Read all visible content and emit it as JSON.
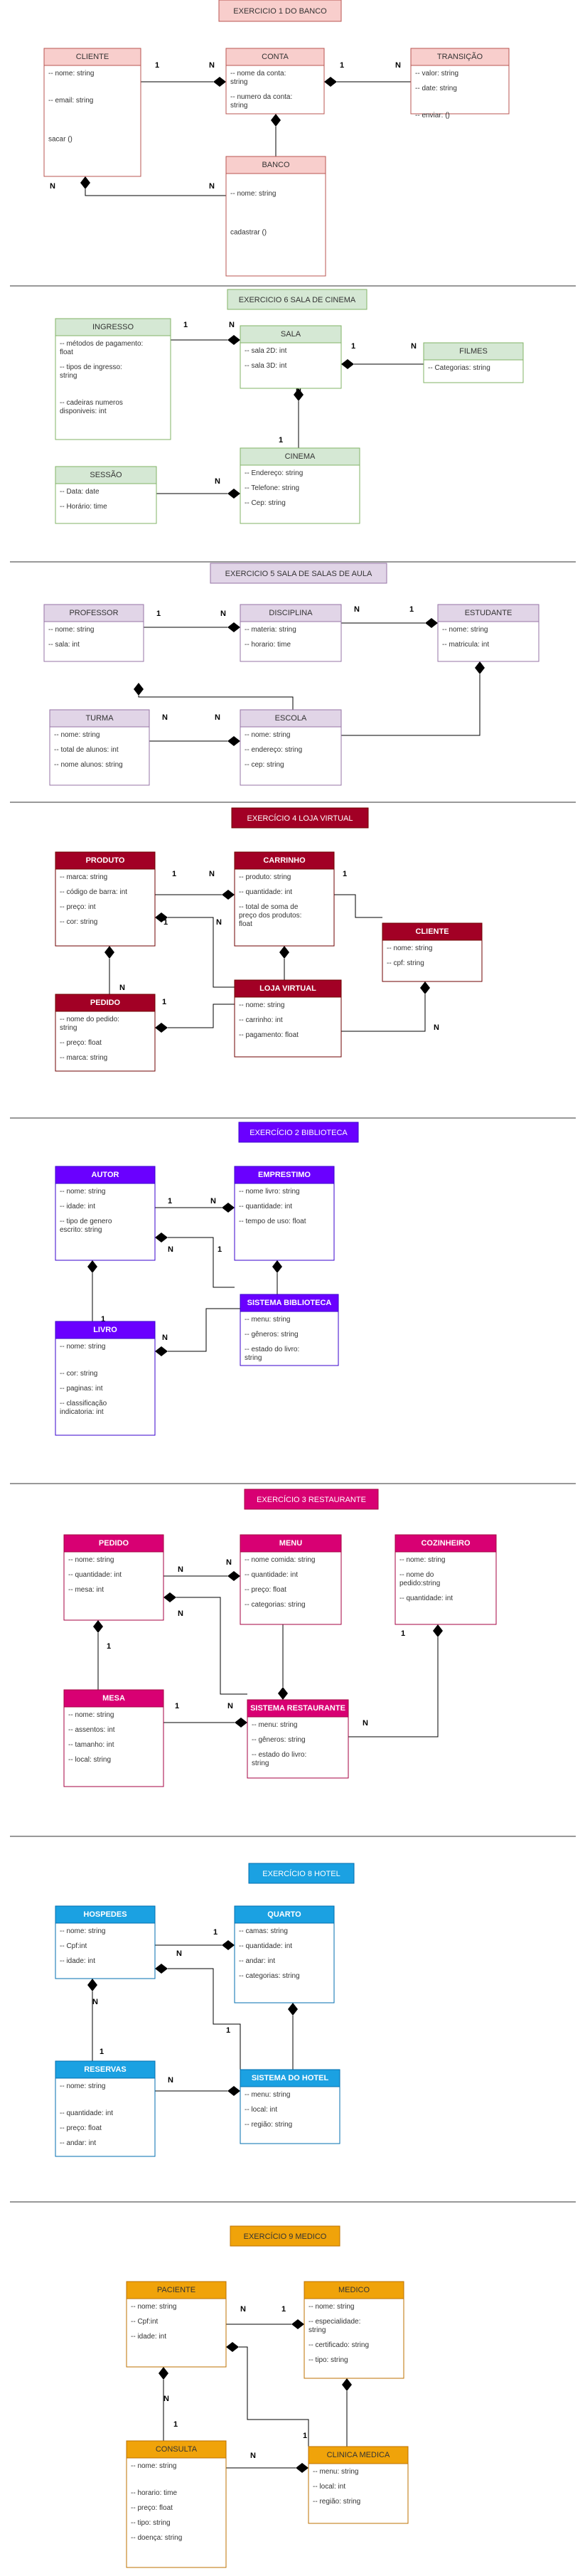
{
  "sections": [
    {
      "title": "EXERCICIO 1 DO BANCO",
      "theme": {
        "border": "#b85450",
        "header_bg": "#f8cecc",
        "header_text": "#333333",
        "body_text": "#333333",
        "title_bg": "#f8cecc",
        "title_text": "#333333"
      },
      "classes": [
        {
          "id": "cliente",
          "name": "CLIENTE",
          "attrs": [
            "-- nome: string",
            "",
            "-- email: string",
            "",
            "",
            "sacar ()"
          ]
        },
        {
          "id": "conta",
          "name": "CONTA",
          "attrs": [
            "-- nome da conta: string",
            "-- numero da conta: string"
          ]
        },
        {
          "id": "transacao",
          "name": "TRANSIÇÃO",
          "attrs": [
            "-- valor: string",
            "-- date: string",
            "",
            "-- enviar: ()"
          ]
        },
        {
          "id": "banco",
          "name": "BANCO",
          "attrs": [
            "",
            "-- nome: string",
            "",
            "",
            "cadastrar ()"
          ]
        }
      ],
      "labels": [
        "1",
        "N",
        "1",
        "N",
        "N",
        "N"
      ]
    },
    {
      "title": "EXERCICIO 6 SALA DE CINEMA",
      "theme": {
        "border": "#82b366",
        "header_bg": "#d5e8d4",
        "header_text": "#333333",
        "body_text": "#333333",
        "title_bg": "#d5e8d4",
        "title_text": "#333333"
      },
      "classes": [
        {
          "id": "ingresso",
          "name": "INGRESSO",
          "attrs": [
            "-- métodos de pagamento: float",
            "-- tipos de ingresso: string",
            "",
            "-- cadeiras numeros disponiveis: int"
          ]
        },
        {
          "id": "sala",
          "name": "SALA",
          "attrs": [
            "-- sala 2D: int",
            "-- sala 3D: int"
          ]
        },
        {
          "id": "filmes",
          "name": "FILMES",
          "attrs": [
            "-- Categorias: string"
          ]
        },
        {
          "id": "sessao",
          "name": "SESSÃO",
          "attrs": [
            "-- Data: date",
            "-- Horário: time"
          ]
        },
        {
          "id": "cinema",
          "name": "CINEMA",
          "attrs": [
            "-- Endereço: string",
            "-- Telefone: string",
            "-- Cep: string"
          ]
        }
      ],
      "labels": [
        "1",
        "N",
        "1",
        "N",
        "N",
        "1",
        "N"
      ]
    },
    {
      "title": "EXERCICIO 5 SALA DE SALAS DE AULA",
      "theme": {
        "border": "#9673a6",
        "header_bg": "#e1d5e7",
        "header_text": "#333333",
        "body_text": "#333333",
        "title_bg": "#e1d5e7",
        "title_text": "#333333"
      },
      "classes": [
        {
          "id": "professor",
          "name": "PROFESSOR",
          "attrs": [
            "-- nome: string",
            "-- sala: int"
          ]
        },
        {
          "id": "disciplina",
          "name": "DISCIPLINA",
          "attrs": [
            "-- materia: string",
            "-- horario: time"
          ]
        },
        {
          "id": "estudante",
          "name": "ESTUDANTE",
          "attrs": [
            "-- nome: string",
            "-- matricula: int"
          ]
        },
        {
          "id": "turma",
          "name": "TURMA",
          "attrs": [
            "-- nome: string",
            "-- total de alunos: int",
            "-- nome alunos: string"
          ]
        },
        {
          "id": "escola",
          "name": "ESCOLA",
          "attrs": [
            "-- nome: string",
            "-- endereço: string",
            "-- cep: string"
          ]
        }
      ],
      "labels": [
        "1",
        "N",
        "1",
        "N",
        "N",
        "N"
      ]
    },
    {
      "title": "EXERCÍCIO 4 LOJA VIRTUAL",
      "theme": {
        "border": "#6f0000",
        "header_bg": "#a20025",
        "header_text": "#ffffff",
        "body_text": "#333333",
        "title_bg": "#a20025",
        "title_text": "#ffffff"
      },
      "classes": [
        {
          "id": "produto",
          "name": "PRODUTO",
          "attrs": [
            "-- marca: string",
            "-- código de barra: int",
            "-- preço: int",
            "-- cor: string"
          ]
        },
        {
          "id": "carrinho",
          "name": "CARRINHO",
          "attrs": [
            "-- produto: string",
            "-- quantidade: int",
            "-- total de soma de preço dos produtos: float"
          ]
        },
        {
          "id": "cliente4",
          "name": "CLIENTE",
          "attrs": [
            "-- nome: string",
            "-- cpf: string"
          ]
        },
        {
          "id": "pedido",
          "name": "PEDIDO",
          "attrs": [
            "-- nome do pedido: string",
            "-- preço: float",
            "-- marca: string"
          ]
        },
        {
          "id": "loja",
          "name": "LOJA VIRTUAL",
          "attrs": [
            "-- nome: string",
            "-- carrinho: int",
            "-- pagamento: float"
          ]
        }
      ],
      "labels": [
        "1",
        "N",
        "1",
        "N",
        "N",
        "1",
        "1",
        "N"
      ]
    },
    {
      "title": "EXERCÍCIO 2 BIBLIOTECA",
      "theme": {
        "border": "#3700cc",
        "header_bg": "#6a00ff",
        "header_text": "#ffffff",
        "body_text": "#333333",
        "title_bg": "#6a00ff",
        "title_text": "#ffffff"
      },
      "classes": [
        {
          "id": "autor",
          "name": "AUTOR",
          "attrs": [
            "-- nome: string",
            "-- idade: int",
            "-- tipo de genero escrito: string"
          ]
        },
        {
          "id": "emprestimo",
          "name": "EMPRESTIMO",
          "attrs": [
            "-- nome livro: string",
            "-- quantidade: int",
            "-- tempo de uso: float"
          ]
        },
        {
          "id": "sistemabib",
          "name": "SISTEMA BIBLIOTECA",
          "attrs": [
            "-- menu: string",
            "-- gêneros: string",
            "-- estado do livro: string"
          ]
        },
        {
          "id": "livro",
          "name": "LIVRO",
          "attrs": [
            "-- nome: string",
            "",
            "-- cor: string",
            "-- paginas: int",
            "-- classificação indicatoria: int"
          ]
        }
      ],
      "labels": [
        "1",
        "N",
        "N",
        "1",
        "1",
        "N"
      ]
    },
    {
      "title": "EXERCÍCIO 3 RESTAURANTE",
      "theme": {
        "border": "#a50040",
        "header_bg": "#d80073",
        "header_text": "#ffffff",
        "body_text": "#333333",
        "title_bg": "#d80073",
        "title_text": "#ffffff"
      },
      "classes": [
        {
          "id": "pedido3",
          "name": "PEDIDO",
          "attrs": [
            "-- nome: string",
            "-- quantidade: int",
            "-- mesa: int"
          ]
        },
        {
          "id": "menu",
          "name": "MENU",
          "attrs": [
            "-- nome comida: string",
            "-- quantidade: int",
            "-- preço: float",
            "-- categorias: string"
          ]
        },
        {
          "id": "cozinheiro",
          "name": "COZINHEIRO",
          "attrs": [
            "-- nome: string",
            "-- nome do pedido:string",
            "-- quantidade: int"
          ]
        },
        {
          "id": "mesa",
          "name": "MESA",
          "attrs": [
            "-- nome: string",
            "-- assentos: int",
            "-- tamanho: int",
            "-- local: string"
          ]
        },
        {
          "id": "sistemarest",
          "name": "SISTEMA RESTAURANTE",
          "attrs": [
            "-- menu: string",
            "-- gêneros: string",
            "-- estado do livro: string"
          ]
        }
      ],
      "labels": [
        "N",
        "N",
        "N",
        "1",
        "1",
        "N",
        "1",
        "N"
      ]
    },
    {
      "title": "EXERCÍCIO 8  HOTEL",
      "theme": {
        "border": "#006eaf",
        "header_bg": "#1ba1e2",
        "header_text": "#ffffff",
        "body_text": "#333333",
        "title_bg": "#1ba1e2",
        "title_text": "#ffffff"
      },
      "classes": [
        {
          "id": "hospedes",
          "name": "HOSPEDES",
          "attrs": [
            "-- nome: string",
            "-- Cpf:int",
            "-- idade: int"
          ]
        },
        {
          "id": "quarto",
          "name": "QUARTO",
          "attrs": [
            "-- camas: string",
            "-- quantidade: int",
            "-- andar: int",
            "-- categorias: string"
          ]
        },
        {
          "id": "reservas",
          "name": "RESERVAS",
          "attrs": [
            "-- nome: string",
            "",
            "-- quantidade: int",
            "-- preço: float",
            "-- andar: int"
          ]
        },
        {
          "id": "sistemahotel",
          "name": "SISTEMA DO HOTEL",
          "attrs": [
            "-- menu: string",
            "-- local: int",
            "-- região: string"
          ]
        }
      ],
      "labels": [
        "N",
        "1",
        "N",
        "1",
        "N",
        "1"
      ]
    },
    {
      "title": "EXERCÍCIO 9 MEDICO",
      "theme": {
        "border": "#bd7000",
        "header_bg": "#f0a30a",
        "header_text": "#333333",
        "body_text": "#333333",
        "title_bg": "#f0a30a",
        "title_text": "#333333"
      },
      "classes": [
        {
          "id": "paciente",
          "name": "PACIENTE",
          "attrs": [
            "-- nome: string",
            "-- Cpf:int",
            "-- idade: int"
          ]
        },
        {
          "id": "medico",
          "name": "MEDICO",
          "attrs": [
            "-- nome: string",
            "-- especialidade: string",
            "-- certificado: string",
            "-- tipo: string"
          ]
        },
        {
          "id": "consulta",
          "name": "CONSULTA",
          "attrs": [
            "-- nome: string",
            "",
            "-- horario: time",
            "-- preço: float",
            "-- tipo: string",
            "-- doença: string"
          ]
        },
        {
          "id": "clinica",
          "name": "CLINICA MEDICA",
          "attrs": [
            "-- menu: string",
            "-- local: int",
            "-- região: string"
          ]
        }
      ],
      "labels": [
        "N",
        "1",
        "N",
        "1",
        "N",
        "1"
      ]
    }
  ]
}
